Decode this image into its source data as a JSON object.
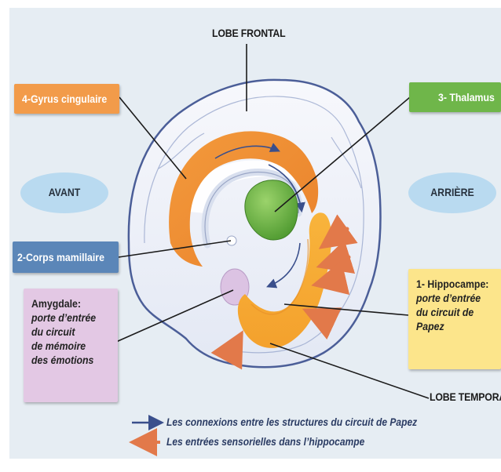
{
  "labels": {
    "lobe_frontal": "LOBE FRONTAL",
    "lobe_temporal": "LOBE TEMPORAL",
    "avant": "AVANT",
    "arriere": "ARRIÈRE",
    "gyrus": "4-Gyrus cingulaire",
    "thalamus": "3- Thalamus",
    "corps": "2-Corps mamillaire",
    "amygdale": {
      "title": "Amygdale:",
      "lines": [
        "porte d’entrée",
        "du circuit",
        "de mémoire",
        "des émotions"
      ]
    },
    "hippocampe": {
      "title": "1- Hippocampe:",
      "lines": [
        "porte d’entrée",
        "du circuit de",
        "Papez"
      ]
    }
  },
  "legend": [
    {
      "text": "Les connexions entre les structures du circuit de Papez",
      "color": "#3a4f8c"
    },
    {
      "text": "Les entrées sensorielles dans l’hippocampe",
      "color": "#e2794a"
    }
  ],
  "colors": {
    "gyrus": "#f29b4a",
    "thalamus": "#6fb64a",
    "corps": "#5b86b8",
    "amygdale": "#e3c8e4",
    "hippocampe": "#fce58b",
    "oval": "#b9daf0",
    "background": "#e6edf3"
  }
}
